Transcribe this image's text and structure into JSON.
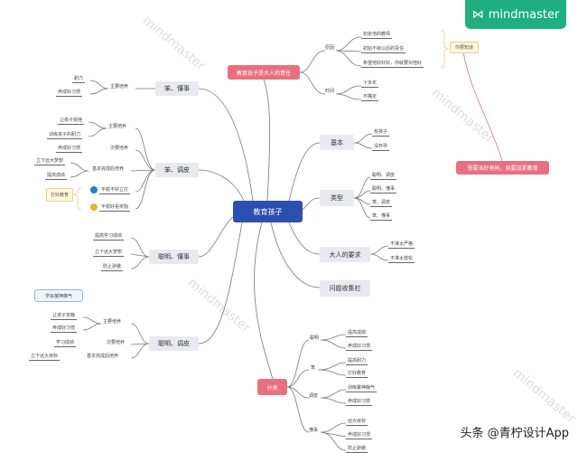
{
  "brand": {
    "name": "mindmaster",
    "watermark": "mindmaster",
    "footer": "头条 @青柠设计App"
  },
  "center": "教育孩子",
  "top": {
    "title": "教育孩子是大人的责任",
    "reason": {
      "label": "原因",
      "items": [
        "初走他的教师",
        "初始不就以后的责任",
        "希望他好好好，你就要对他好"
      ]
    },
    "time": {
      "label": "时间",
      "items": [
        "十多年",
        "不确定"
      ]
    },
    "note": "你要知道",
    "conclusion": "想要当好爸妈，就要加紧教育"
  },
  "right": {
    "basic": {
      "label": "基本",
      "items": [
        "有孩子",
        "没怀孕"
      ]
    },
    "types": {
      "label": "类型",
      "items": [
        "聪明、调皮",
        "聪明、懂事",
        "笨、调皮",
        "笨、懂事"
      ]
    },
    "adult": {
      "label": "大人的要求",
      "items": [
        "不准太严格",
        "不准太放松"
      ]
    },
    "questions": "问题收集栏"
  },
  "category": {
    "title": "分类",
    "groups": [
      {
        "label": "聪明",
        "items": [
          "提高成绩",
          "养成好习惯"
        ]
      },
      {
        "label": "笨",
        "items": [
          "提高耐力",
          "打好教育"
        ]
      },
      {
        "label": "调皮",
        "items": [
          "训练聚神静气",
          "养成好习惯"
        ]
      },
      {
        "label": "懂事",
        "items": [
          "远大目标",
          "养成好习惯",
          "防止骄傲"
        ]
      }
    ]
  },
  "left": {
    "dumb_sensible": {
      "label": "笨、懂事",
      "main": "主要培养",
      "items": [
        "耐力",
        "养成好习惯"
      ]
    },
    "dumb_naughty": {
      "label": "笨、调皮",
      "main": "主要培养",
      "main_items": [
        "让孩子受挫",
        "训练孩子的耐力"
      ],
      "secondary": "次要培养",
      "secondary_items": [
        "养成好习惯"
      ],
      "after": "基本完成后培养",
      "after_items": [
        "立下远大梦想",
        "提高成绩"
      ],
      "note": "打好教育",
      "extra": [
        "平稳不好立打",
        "平稳好看奖励"
      ]
    },
    "smart_sensible": {
      "label": "聪明、懂事",
      "items": [
        "提高学习成绩",
        "立下远大梦想",
        "防止骄傲"
      ]
    },
    "smart_naughty": {
      "label": "聪明、调皮",
      "callout": "学会凝神静气",
      "main": "主要培养",
      "main_items": [
        "让孩子安静",
        "养成好习惯"
      ],
      "secondary": "次要培养",
      "secondary_items": [
        "学习成绩"
      ],
      "after": "基本完成后培养",
      "after_items": [
        "立下远大目标"
      ]
    }
  }
}
